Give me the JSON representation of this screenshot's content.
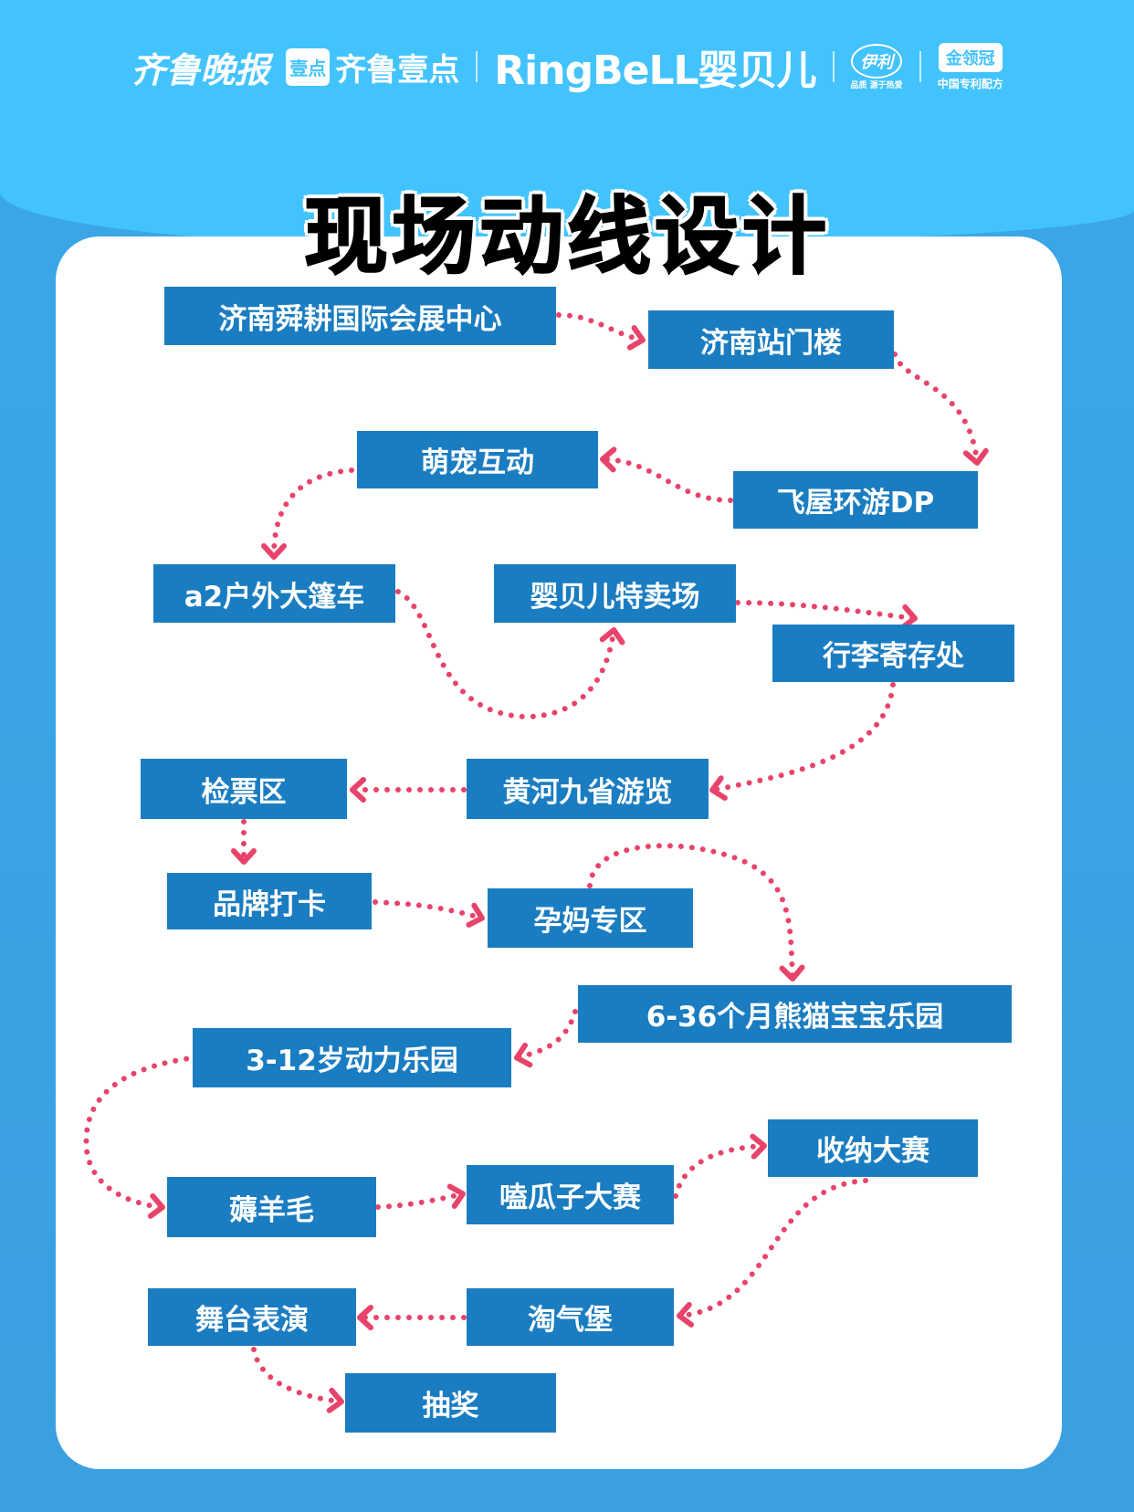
{
  "header": {
    "logos": [
      "齐鲁晚报",
      "壹点",
      "齐鲁壹点",
      "RingBeLL婴贝儿",
      "伊利",
      "品质 源于热爱",
      "金领冠",
      "中国专利配方"
    ]
  },
  "title": "现场动线设计",
  "stations": [
    "济南舜耕国际会展中心",
    "济南站门楼",
    "萌宠互动",
    "飞屋环游DP",
    "a2户外大篷车",
    "婴贝儿特卖场",
    "行李寄存处",
    "检票区",
    "黄河九省游览",
    "品牌打卡",
    "孕妈专区",
    "6-36个月熊猫宝宝乐园",
    "3-12岁动力乐园",
    "薅羊毛",
    "嗑瓜子大赛",
    "收纳大赛",
    "舞台表演",
    "淘气堡",
    "抽奖"
  ],
  "colors": {
    "background": "#43c3fd",
    "box": "#1a7dc1",
    "arrow": "#e8436a"
  }
}
